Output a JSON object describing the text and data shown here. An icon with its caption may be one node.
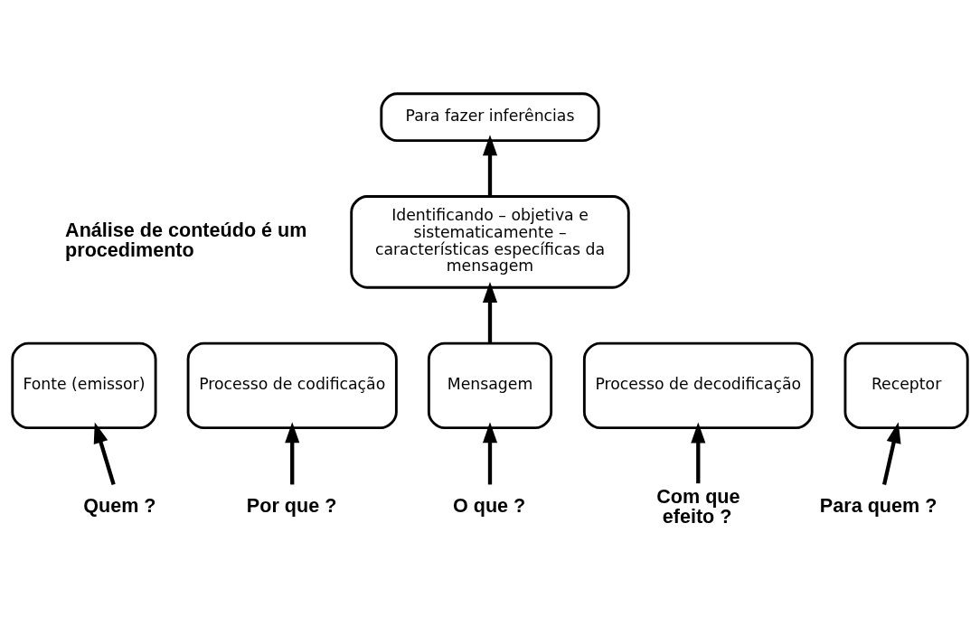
{
  "diagram": {
    "nodes": [
      {
        "text": [
          "Para fazer inferências"
        ]
      },
      {
        "text": [
          "Identificando – objetiva e sistematicamente – características específicas da mensagem"
        ]
      },
      {
        "text": [
          "Fonte (emissor)"
        ]
      },
      {
        "text": [
          "Processo de codificação"
        ]
      },
      {
        "text": [
          "Mensagem"
        ]
      },
      {
        "text": [
          "Processo de decodificação"
        ]
      },
      {
        "text": [
          "Receptor"
        ]
      },
      {
        "text": [
          "Quem ?"
        ]
      },
      {
        "text": [
          "Por que ?"
        ]
      },
      {
        "text": [
          "O que ?"
        ]
      },
      {
        "text": [
          "Com que efeito ?"
        ]
      },
      {
        "text": [
          "Para quem ?"
        ]
      }
    ],
    "edges": [
      {
        "from": 4,
        "to": 1,
        "arrow": "to"
      },
      {
        "from": 1,
        "to": 0,
        "arrow": "to"
      },
      {
        "from": 7,
        "to": 2,
        "arrow": "to"
      },
      {
        "from": 8,
        "to": 3,
        "arrow": "to"
      },
      {
        "from": 9,
        "to": 4,
        "arrow": "to"
      },
      {
        "from": 10,
        "to": 5,
        "arrow": "to"
      },
      {
        "from": 11,
        "to": 6,
        "arrow": "to"
      }
    ],
    "labels": [
      "Análise de conteúdo é um procedimento"
    ]
  }
}
